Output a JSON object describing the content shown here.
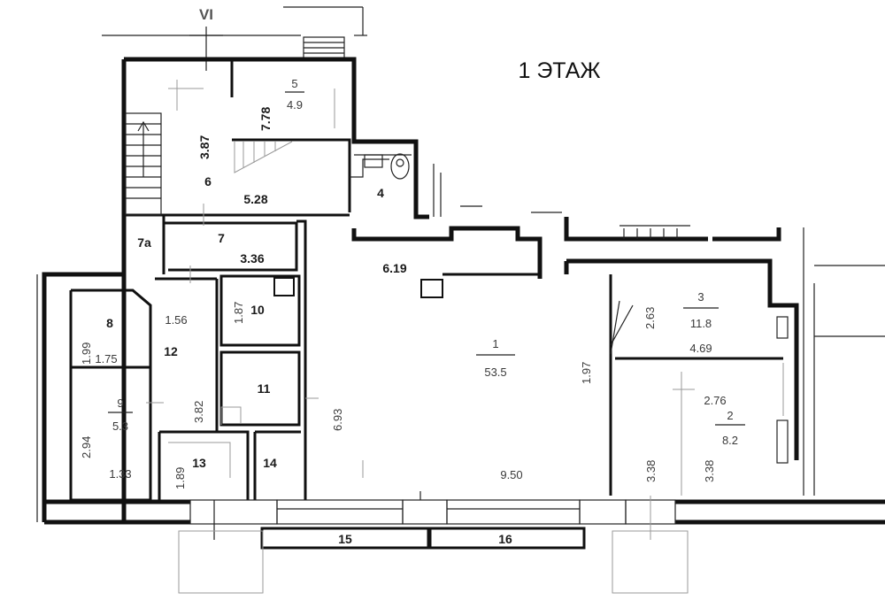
{
  "title": "1 ЭТАЖ",
  "section_mark": "VI",
  "labels": {
    "r1": "1",
    "r1_area": "53.5",
    "r2": "2",
    "r2_area": "8.2",
    "r3": "3",
    "r3_area": "11.8",
    "r4": "4",
    "r5": "5",
    "r5_area": "4.9",
    "r6": "6",
    "r7": "7",
    "r7a": "7а",
    "r8": "8",
    "r9": "9",
    "r9_area": "5.3",
    "r10": "10",
    "r11": "11",
    "r12": "12",
    "r13": "13",
    "r14": "14",
    "r15": "15",
    "r16": "16",
    "d_778": "7.78",
    "d_387": "3.87",
    "d_528": "5.28",
    "d_336": "3.36",
    "d_619": "6.19",
    "d_156": "1.56",
    "d_187": "1.87",
    "d_199": "1.99",
    "d_175": "1.75",
    "d_382": "3.82",
    "d_693": "6.93",
    "d_294": "2.94",
    "d_133": "1.33",
    "d_189": "1.89",
    "d_950": "9.50",
    "d_197": "1.97",
    "d_263": "2.63",
    "d_469": "4.69",
    "d_276": "2.76",
    "d_338a": "3.38",
    "d_338b": "3.38"
  }
}
